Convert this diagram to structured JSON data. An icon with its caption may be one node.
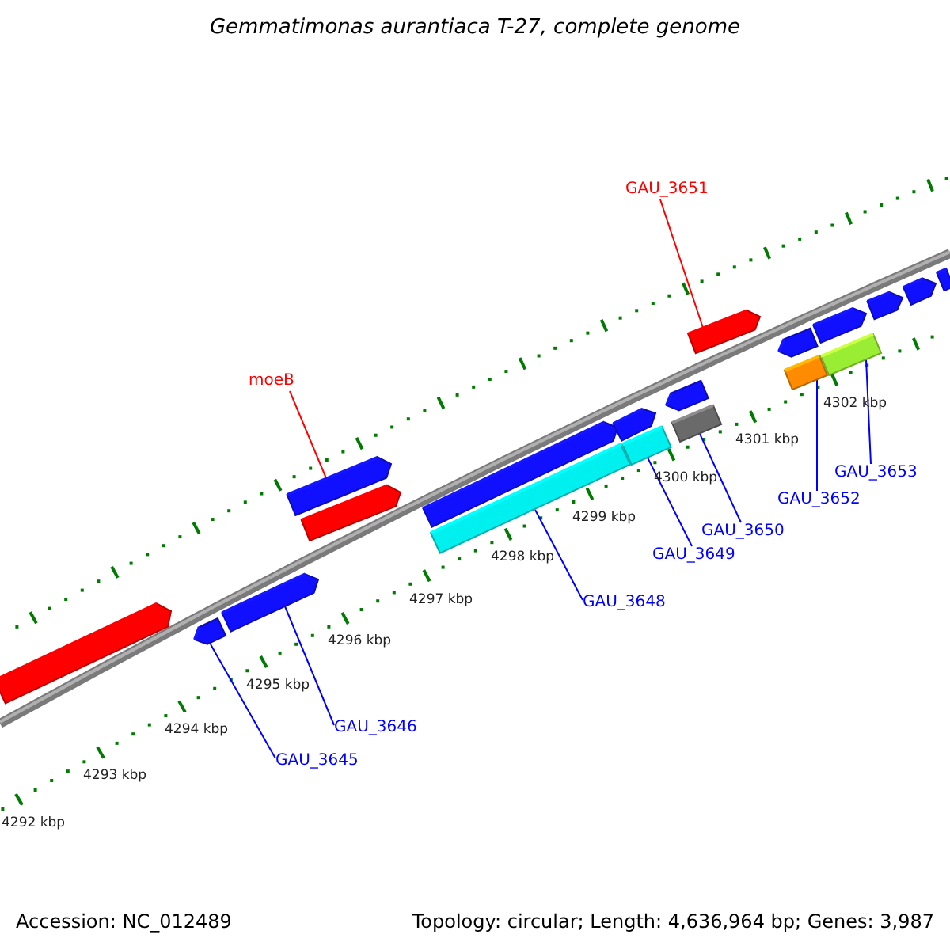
{
  "diagram": {
    "title": "Gemmatimonas aurantiaca T-27, complete genome",
    "nodes": [
      {
        "text": [
          "GAU_3651"
        ]
      },
      {
        "text": [
          "moeB"
        ]
      },
      {
        "text": [
          "GAU_3653"
        ]
      },
      {
        "text": [
          "GAU_3652"
        ]
      },
      {
        "text": [
          "GAU_3650"
        ]
      },
      {
        "text": [
          "GAU_3649"
        ]
      },
      {
        "text": [
          "GAU_3648"
        ]
      },
      {
        "text": [
          "GAU_3646"
        ]
      },
      {
        "text": [
          "GAU_3645"
        ]
      },
      {
        "text": [],
        "shape": "bar"
      },
      {
        "text": [],
        "shape": "bar"
      },
      {
        "text": [],
        "shape": "bar"
      },
      {
        "text": [],
        "shape": "bar"
      },
      {
        "text": [],
        "shape": "bar"
      },
      {
        "text": [],
        "shape": "bar"
      },
      {
        "text": [],
        "shape": "bar"
      },
      {
        "text": [],
        "shape": "bar"
      },
      {
        "text": [],
        "shape": "bar"
      },
      {
        "text": [],
        "shape": "bar"
      },
      {
        "text": [],
        "shape": "bar"
      },
      {
        "text": [],
        "shape": "bar"
      },
      {
        "text": [],
        "shape": "bar"
      },
      {
        "text": [],
        "shape": "bar"
      },
      {
        "text": [],
        "shape": "bar"
      },
      {
        "text": [],
        "shape": "bar"
      },
      {
        "text": [],
        "shape": "bar"
      },
      {
        "text": [],
        "shape": "bar"
      },
      {
        "text": [],
        "shape": "bar"
      }
    ],
    "edges": [
      {
        "from": 0,
        "to": 20,
        "arrow": "none",
        "color": "#ff0000"
      },
      {
        "from": 1,
        "to": 12,
        "arrow": "none",
        "color": "#ff0000"
      },
      {
        "from": 2,
        "to": 24,
        "arrow": "none"
      },
      {
        "from": 3,
        "to": 22,
        "arrow": "none"
      },
      {
        "from": 4,
        "to": 19,
        "arrow": "none"
      },
      {
        "from": 5,
        "to": 17,
        "arrow": "none"
      },
      {
        "from": 6,
        "to": 15,
        "arrow": "none"
      },
      {
        "from": 7,
        "to": 11,
        "arrow": "none"
      },
      {
        "from": 8,
        "to": 10,
        "arrow": "none"
      }
    ],
    "labels": [
      "4292 kbp",
      "4293 kbp",
      "4294 kbp",
      "4295 kbp",
      "4296 kbp",
      "4297 kbp",
      "4298 kbp",
      "4299 kbp",
      "4300 kbp",
      "4301 kbp",
      "4302 kbp",
      "Accession: NC_012489",
      "Topology: circular; Length: 4,636,964 bp; Genes: 3,987"
    ]
  }
}
